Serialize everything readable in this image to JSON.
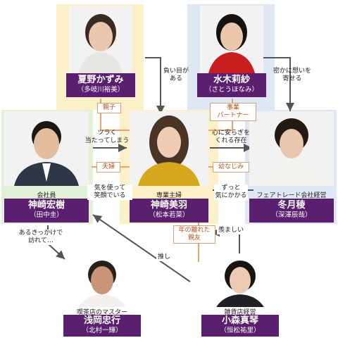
{
  "people": {
    "natsuno": {
      "role": "",
      "name": "夏野かずみ",
      "actor": "（多岐川裕美）"
    },
    "mizuki": {
      "role": "",
      "name": "水木莉紗",
      "actor": "（さとうほなみ）"
    },
    "kanzaki_h": {
      "role": "会社員",
      "name": "神崎宏樹",
      "actor": "（田中圭）"
    },
    "kanzaki_m": {
      "role": "専業主婦",
      "name": "神崎美羽",
      "actor": "（松本若菜）"
    },
    "fuyutsuki": {
      "role": "フェアトレード会社経営",
      "name": "冬月稜",
      "actor": "（深澤辰哉）"
    },
    "asaoka": {
      "role": "喫茶店のマスター",
      "name": "浅岡忠行",
      "actor": "（北村一輝）"
    },
    "komori": {
      "role": "雑貨店経営",
      "name": "小森真琴",
      "actor": "（恒松祐里）"
    }
  },
  "relations": {
    "oime": "負い目が\nある",
    "hisoka": "密かに想いを\n寄せる",
    "tsuraku": "ツラく\n当たってしまう",
    "kokoro": "心に安らぎを\nくれる存在",
    "kiwo": "気を使って\n笑顔でいる",
    "zutto": "ずっと\n気にかかる",
    "aru": "あるきっかけで\n訪れて…",
    "urayama": "羨ましい",
    "oshi": "推し"
  },
  "tags": {
    "oyako": "親子",
    "jigyo": "事業\nパートナー",
    "fufu": "夫婦",
    "osananajimi": "幼なじみ",
    "shinyu": "年の離れた\n親友"
  },
  "colors": {
    "label": "#5a1f6e",
    "panel_yellow": "#fbf0c8",
    "panel_blue": "#dfe6f4",
    "panel_green": "#e2f0d8",
    "line_orange": "#e8a36a",
    "arrow": "#555555"
  }
}
